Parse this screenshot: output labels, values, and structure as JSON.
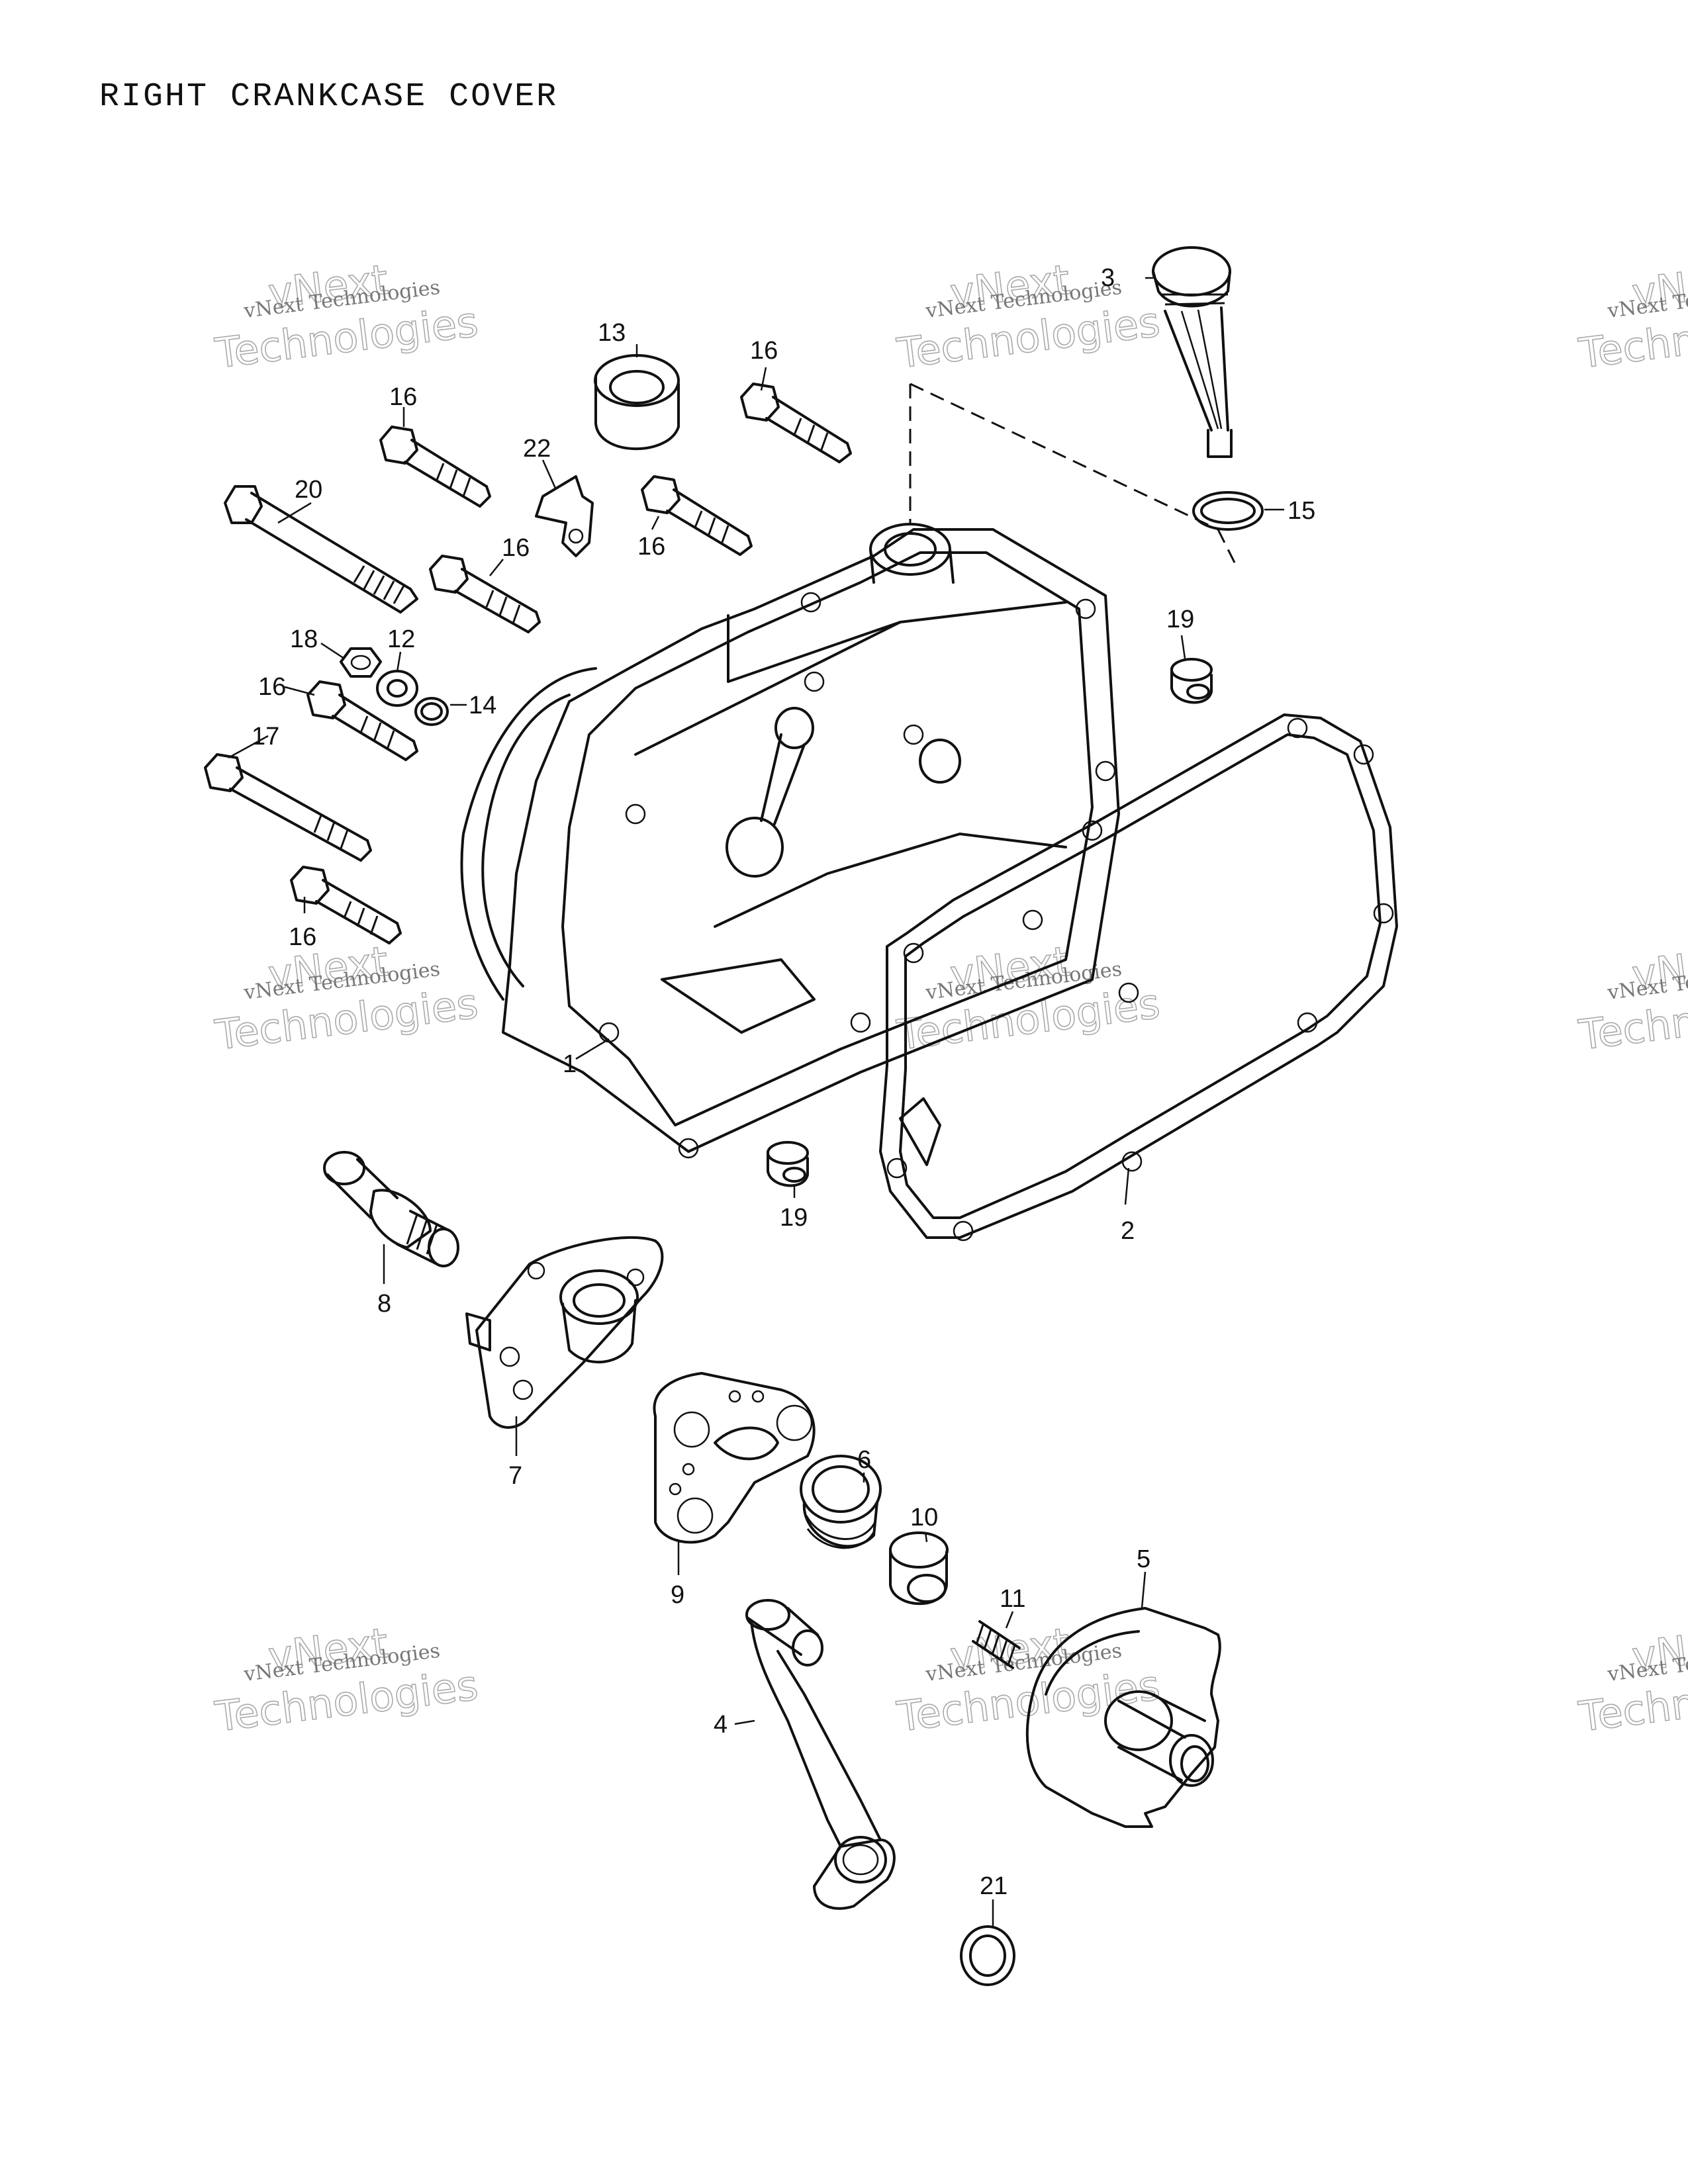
{
  "title": "RIGHT CRANKCASE COVER",
  "watermark": {
    "line1": "vNext Technologies",
    "outline_top": "vNext",
    "outline_bottom": "Technologies"
  },
  "callouts": {
    "c1": "1",
    "c2": "2",
    "c3": "3",
    "c4": "4",
    "c5": "5",
    "c6": "6",
    "c7": "7",
    "c8": "8",
    "c9": "9",
    "c10": "10",
    "c11": "11",
    "c12": "12",
    "c13": "13",
    "c14": "14",
    "c15": "15",
    "c16": "16",
    "c17": "17",
    "c18": "18",
    "c19": "19",
    "c20": "20",
    "c21": "21",
    "c22": "22"
  },
  "colors": {
    "ink": "#111111",
    "watermark": "#999999",
    "background": "#ffffff"
  }
}
